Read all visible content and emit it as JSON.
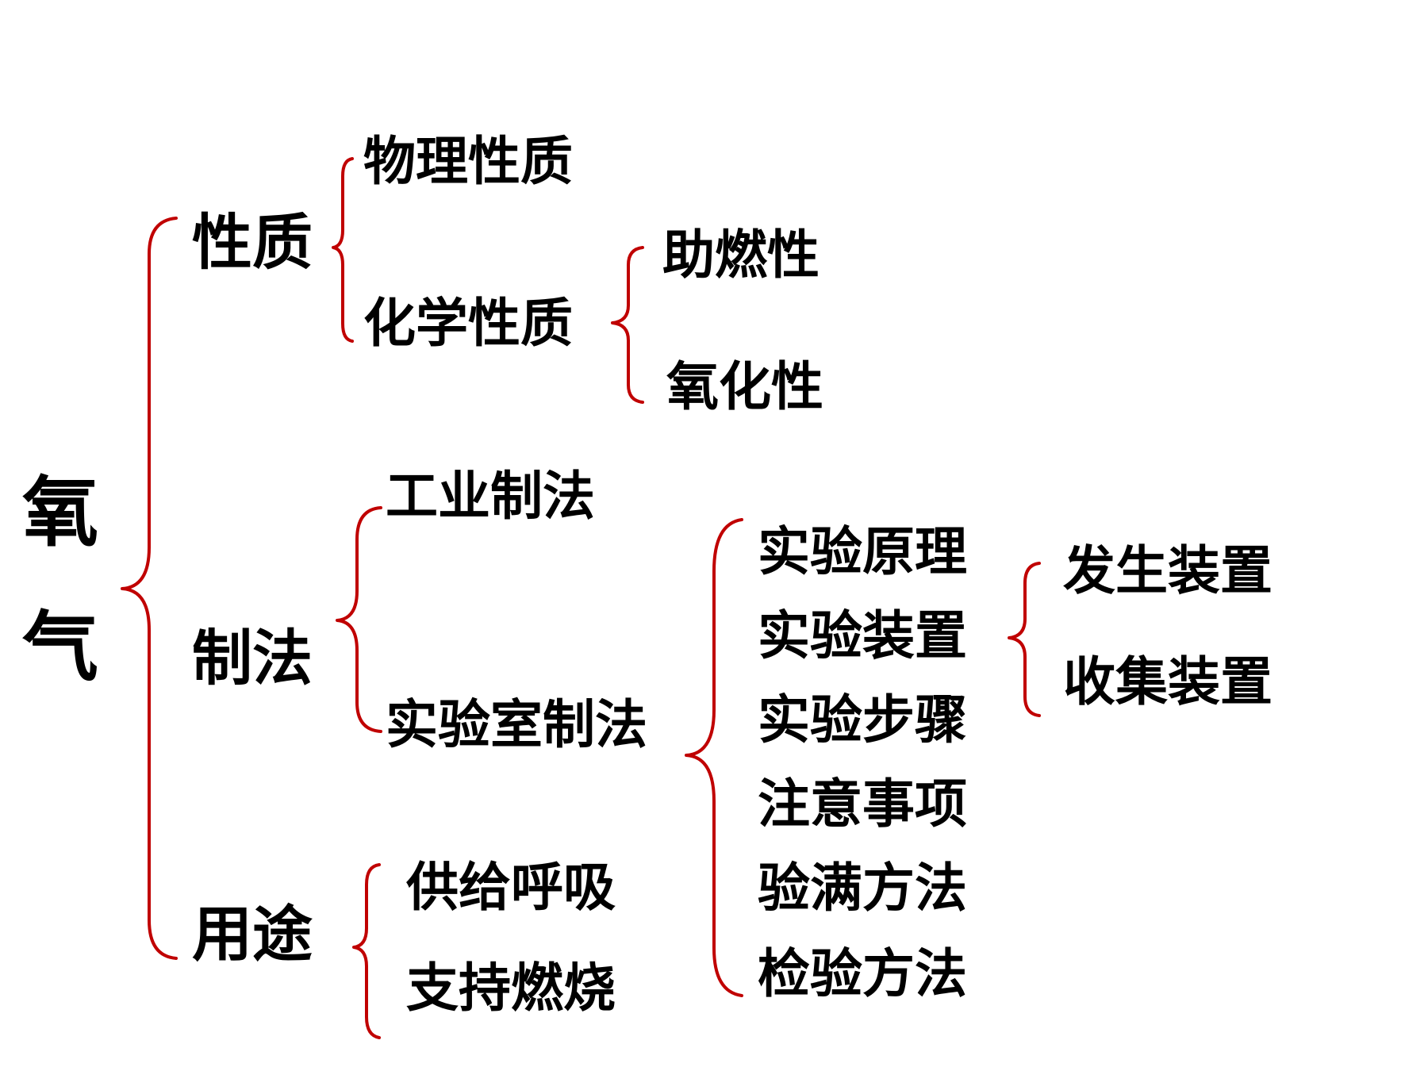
{
  "colors": {
    "brace": "#c00000",
    "text": "#000000"
  },
  "root": {
    "line1": "氧",
    "line2": "气"
  },
  "level1": {
    "properties": "性质",
    "preparation": "制法",
    "uses": "用途"
  },
  "properties": {
    "physical": "物理性质",
    "chemical": "化学性质",
    "chemical_children": {
      "combustion_support": "助燃性",
      "oxidizing": "氧化性"
    }
  },
  "preparation": {
    "industrial": "工业制法",
    "laboratory": "实验室制法",
    "laboratory_children": {
      "principle": "实验原理",
      "apparatus": "实验装置",
      "steps": "实验步骤",
      "precautions": "注意事项",
      "full_test": "验满方法",
      "identification": "检验方法"
    },
    "apparatus_children": {
      "generator": "发生装置",
      "collector": "收集装置"
    }
  },
  "uses": {
    "breathing": "供给呼吸",
    "combustion": "支持燃烧"
  }
}
